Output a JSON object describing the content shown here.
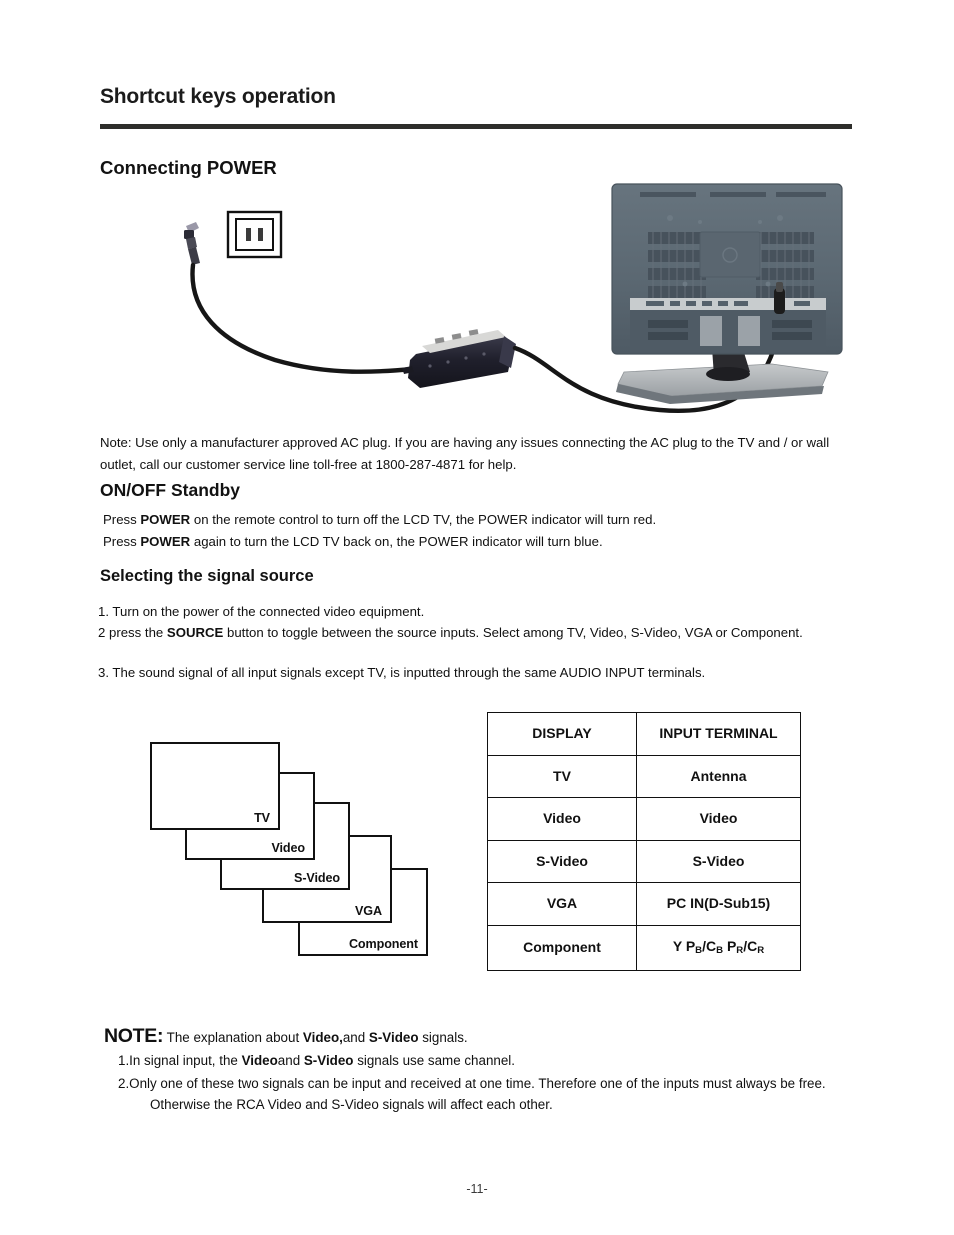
{
  "header": {
    "title": "Shortcut keys operation"
  },
  "sections": {
    "connecting_power": {
      "heading": "Connecting POWER",
      "note_prefix": "Note: Use only a manufacturer approved AC plug. If you are having any issues connecting the AC plug to the TV and / or wall outlet, call our customer service line toll-free at ",
      "phone": "1800-287-4871",
      "note_suffix": " for help."
    },
    "standby": {
      "heading": "ON/OFF Standby",
      "line1_a": "Press ",
      "line1_b": "POWER",
      "line1_c": " on the remote control to turn off the LCD TV, the POWER indicator will turn red.",
      "line2_a": "Press ",
      "line2_b": "POWER",
      "line2_c": " again to turn the LCD TV back on, the POWER indicator will turn blue."
    },
    "selecting_source": {
      "heading": "Selecting the signal source",
      "step1": "1. Turn on the power of the connected video equipment.",
      "step2_a": "2  press the ",
      "step2_b": "SOURCE",
      "step2_c": " button to toggle between the source inputs. Select among TV, Video, S-Video, VGA or Component.",
      "step3": "3. The sound signal of all input signals except TV, is inputted through the same AUDIO INPUT terminals."
    }
  },
  "source_stack": {
    "boxes": [
      {
        "label": "TV"
      },
      {
        "label": "Video"
      },
      {
        "label": "S-Video"
      },
      {
        "label": "VGA"
      },
      {
        "label": "Component"
      }
    ]
  },
  "terminal_table": {
    "headers": [
      "DISPLAY",
      "INPUT TERMINAL"
    ],
    "rows": [
      {
        "display": "TV",
        "terminal": "Antenna"
      },
      {
        "display": "Video",
        "terminal": "Video"
      },
      {
        "display": "S-Video",
        "terminal": "S-Video"
      },
      {
        "display": "VGA",
        "terminal": "PC IN(D-Sub15)"
      },
      {
        "display": "Component",
        "terminal_parts": {
          "y": "Y ",
          "pb": "P",
          "pb_sub": "B",
          "slash1": "/C",
          "cb_sub": "B",
          "space": " ",
          "pr": "P",
          "pr_sub": "R",
          "slash2": "/C",
          "cr_sub": "R"
        }
      }
    ]
  },
  "bottom_note": {
    "label": "NOTE:",
    "lead_a": " The explanation about ",
    "lead_b": "Video,",
    "lead_c": "and ",
    "lead_d": "S-Video",
    "lead_e": " signals.",
    "item1_a": "1.In signal input, the  ",
    "item1_b": "Video",
    "item1_c": "and ",
    "item1_d": "S-Video",
    "item1_e": " signals use same  channel.",
    "item2": "2.Only one of these two  signals can be input and received at one time. Therefore one of the inputs must always be free. Otherwise the RCA Video and S-Video signals will affect each other."
  },
  "illustration": {
    "outlet_name": "wall-outlet",
    "adapter_name": "power-adapter-brick",
    "tv_name": "lcd-tv-rear-view",
    "colors": {
      "tv_body": "#5d6a74",
      "tv_body_dark": "#4a5660",
      "tv_stand": "#b9bcbe",
      "cable": "#161616",
      "adapter": "#242430",
      "outlet_outline": "#111111"
    }
  },
  "footer": {
    "page_number": "-11-"
  }
}
